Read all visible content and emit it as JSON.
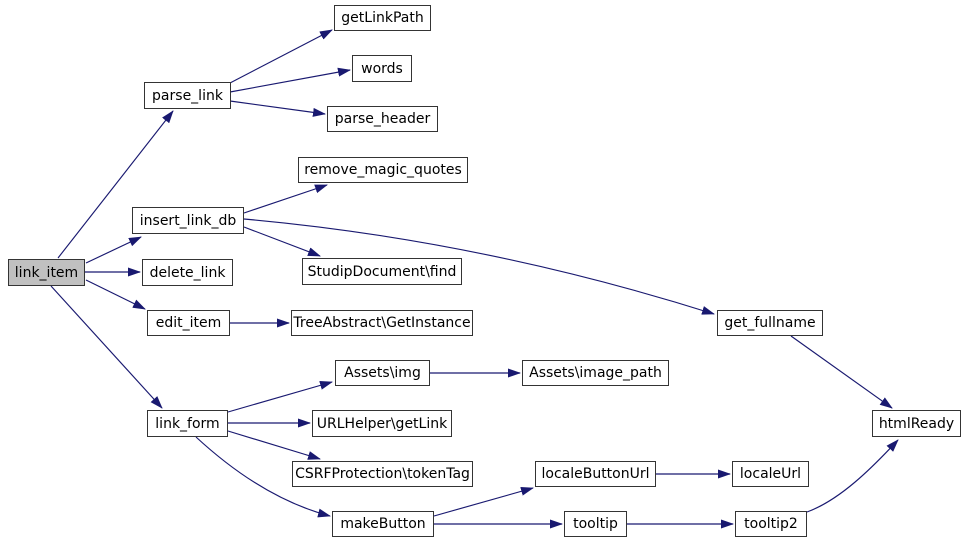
{
  "diagram": {
    "type": "call-graph",
    "highlighted_node": "link_item",
    "colors": {
      "edge": "#191970",
      "node_border": "#343434",
      "node_fill": "#ffffff",
      "highlight_fill": "#c0c0c0",
      "background": "#ffffff",
      "text": "#000000"
    },
    "nodes": {
      "link_item": "link_item",
      "parse_link": "parse_link",
      "getLinkPath": "getLinkPath",
      "words": "words",
      "parse_header": "parse_header",
      "remove_magic_quotes": "remove_magic_quotes",
      "insert_link_db": "insert_link_db",
      "delete_link": "delete_link",
      "StudipDocument_find": "StudipDocument\\find",
      "edit_item": "edit_item",
      "TreeAbstract_GetInstance": "TreeAbstract\\GetInstance",
      "get_fullname": "get_fullname",
      "Assets_img": "Assets\\img",
      "Assets_image_path": "Assets\\image_path",
      "link_form": "link_form",
      "URLHelper_getLink": "URLHelper\\getLink",
      "htmlReady": "htmlReady",
      "CSRFProtection_tokenTag": "CSRFProtection\\tokenTag",
      "localeButtonUrl": "localeButtonUrl",
      "localeUrl": "localeUrl",
      "makeButton": "makeButton",
      "tooltip": "tooltip",
      "tooltip2": "tooltip2"
    },
    "edges": [
      {
        "from": "link_item",
        "to": "parse_link"
      },
      {
        "from": "link_item",
        "to": "insert_link_db"
      },
      {
        "from": "link_item",
        "to": "delete_link"
      },
      {
        "from": "link_item",
        "to": "edit_item"
      },
      {
        "from": "link_item",
        "to": "link_form"
      },
      {
        "from": "parse_link",
        "to": "getLinkPath"
      },
      {
        "from": "parse_link",
        "to": "words"
      },
      {
        "from": "parse_link",
        "to": "parse_header"
      },
      {
        "from": "insert_link_db",
        "to": "remove_magic_quotes"
      },
      {
        "from": "insert_link_db",
        "to": "StudipDocument_find"
      },
      {
        "from": "insert_link_db",
        "to": "get_fullname"
      },
      {
        "from": "edit_item",
        "to": "TreeAbstract_GetInstance"
      },
      {
        "from": "get_fullname",
        "to": "htmlReady"
      },
      {
        "from": "link_form",
        "to": "Assets_img"
      },
      {
        "from": "link_form",
        "to": "URLHelper_getLink"
      },
      {
        "from": "link_form",
        "to": "CSRFProtection_tokenTag"
      },
      {
        "from": "link_form",
        "to": "makeButton"
      },
      {
        "from": "Assets_img",
        "to": "Assets_image_path"
      },
      {
        "from": "makeButton",
        "to": "localeButtonUrl"
      },
      {
        "from": "makeButton",
        "to": "tooltip"
      },
      {
        "from": "localeButtonUrl",
        "to": "localeUrl"
      },
      {
        "from": "tooltip",
        "to": "tooltip2"
      },
      {
        "from": "tooltip2",
        "to": "htmlReady"
      }
    ]
  }
}
